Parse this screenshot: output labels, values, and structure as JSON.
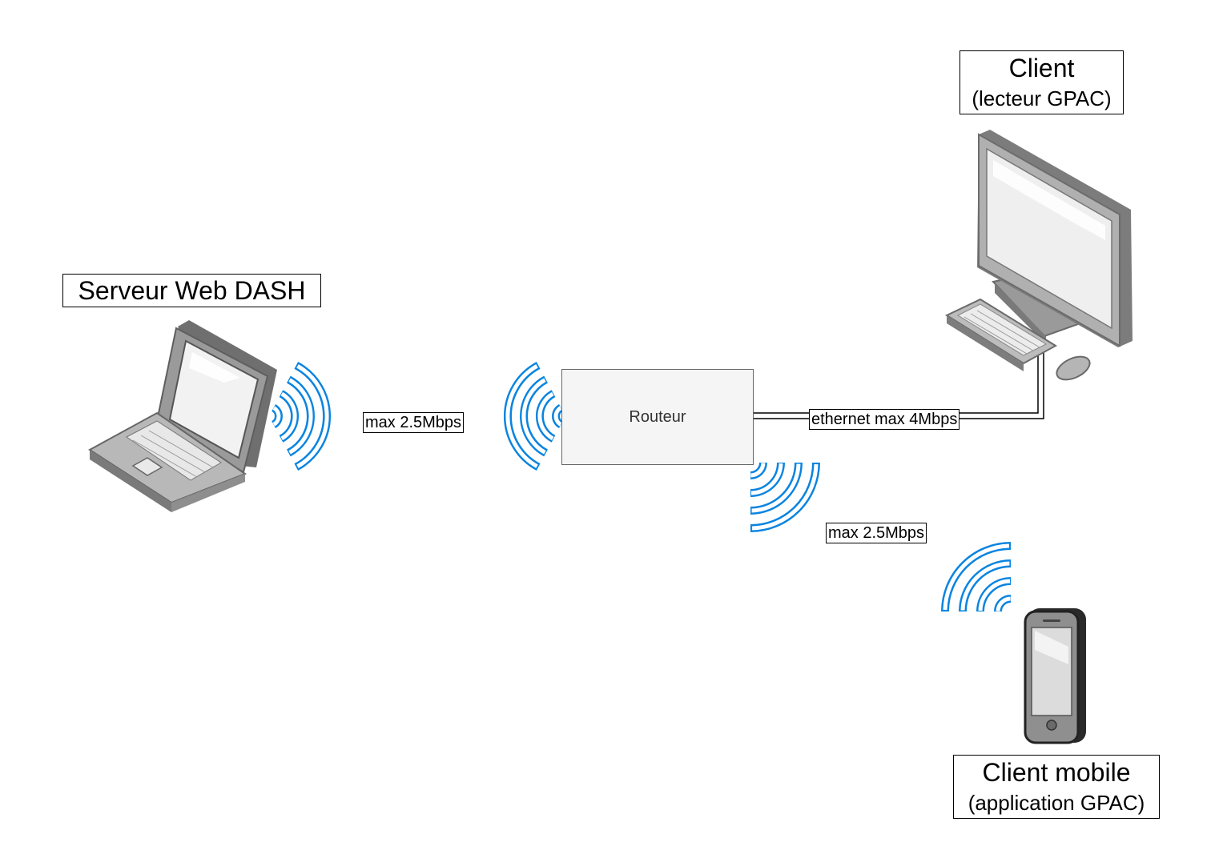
{
  "nodes": {
    "server": {
      "title": "Serveur Web DASH"
    },
    "client": {
      "title": "Client",
      "subtitle": "(lecteur GPAC)"
    },
    "router": {
      "label": "Routeur"
    },
    "mobile": {
      "title": "Client mobile",
      "subtitle": "(application GPAC)"
    }
  },
  "links": {
    "server_router": "max 2.5Mbps",
    "router_client": "ethernet max 4Mbps",
    "router_mobile": "max 2.5Mbps"
  },
  "colors": {
    "wireless": "#0A84E0",
    "device_gray": "#8a8a8a"
  },
  "icons": [
    "laptop-icon",
    "desktop-computer-icon",
    "smartphone-icon",
    "wireless-signal-icon"
  ]
}
